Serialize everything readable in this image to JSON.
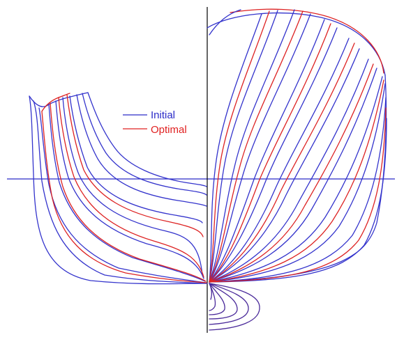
{
  "figure": {
    "legend": [
      {
        "label": "Initial",
        "color": "#2b2bc8"
      },
      {
        "label": "Optimal",
        "color": "#e02020"
      }
    ],
    "axis_color": "#2b2bc8",
    "centerline_color": "#000000",
    "stations": {
      "aft_half_count": 10,
      "fore_half_count": 16,
      "bulb_sections": 4
    }
  }
}
